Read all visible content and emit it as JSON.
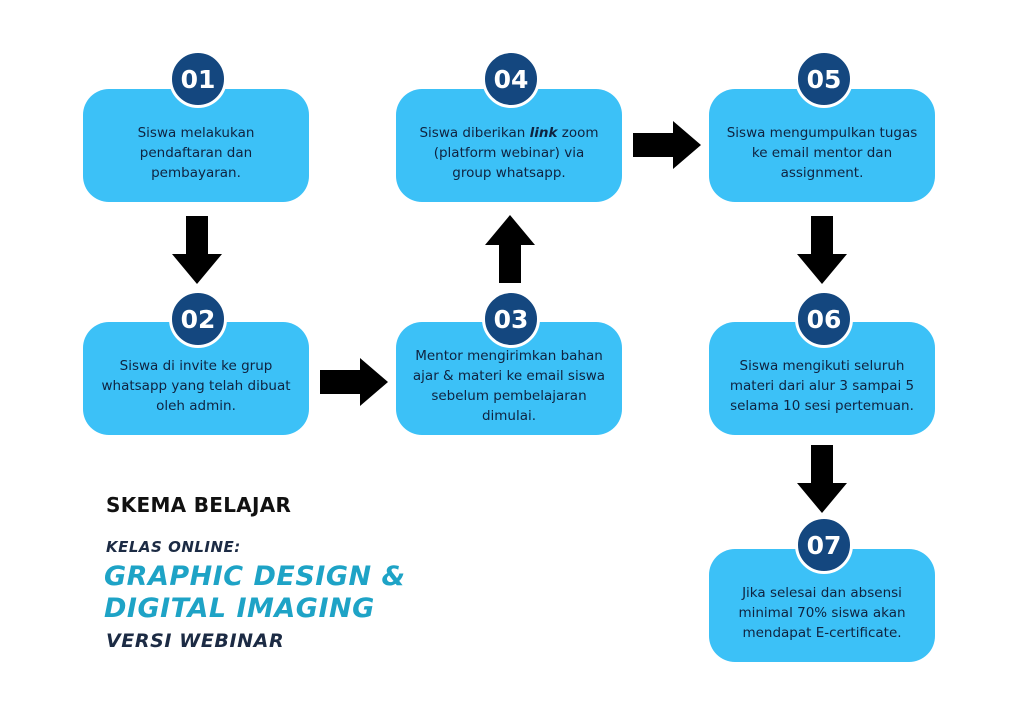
{
  "steps": [
    {
      "number": "01",
      "text": "Siswa melakukan pendaftaran dan pembayaran."
    },
    {
      "number": "02",
      "text": "Siswa di invite ke grup whatsapp yang telah dibuat oleh admin."
    },
    {
      "number": "03",
      "text": "Mentor mengirimkan bahan ajar & materi ke email siswa sebelum pembelajaran dimulai."
    },
    {
      "number": "04",
      "text_before": "Siswa diberikan ",
      "text_link": "link",
      "text_after": " zoom (platform webinar) via group whatsapp."
    },
    {
      "number": "05",
      "text": "Siswa mengumpulkan tugas ke email mentor dan assignment."
    },
    {
      "number": "06",
      "text": "Siswa mengikuti seluruh materi dari alur 3 sampai 5 selama 10 sesi pertemuan."
    },
    {
      "number": "07",
      "text": "Jika selesai dan absensi minimal 70% siswa akan mendapat E-certificate."
    }
  ],
  "info": {
    "title": "SKEMA BELAJAR",
    "subtitle": "KELAS ONLINE:",
    "headline_line1": "GRAPHIC DESIGN &",
    "headline_line2": "DIGITAL IMAGING",
    "version": "VERSI WEBINAR"
  },
  "colors": {
    "box": "#3cc1f7",
    "badge": "#14477f",
    "arrow": "#000000",
    "headline": "#1ea3c6"
  }
}
